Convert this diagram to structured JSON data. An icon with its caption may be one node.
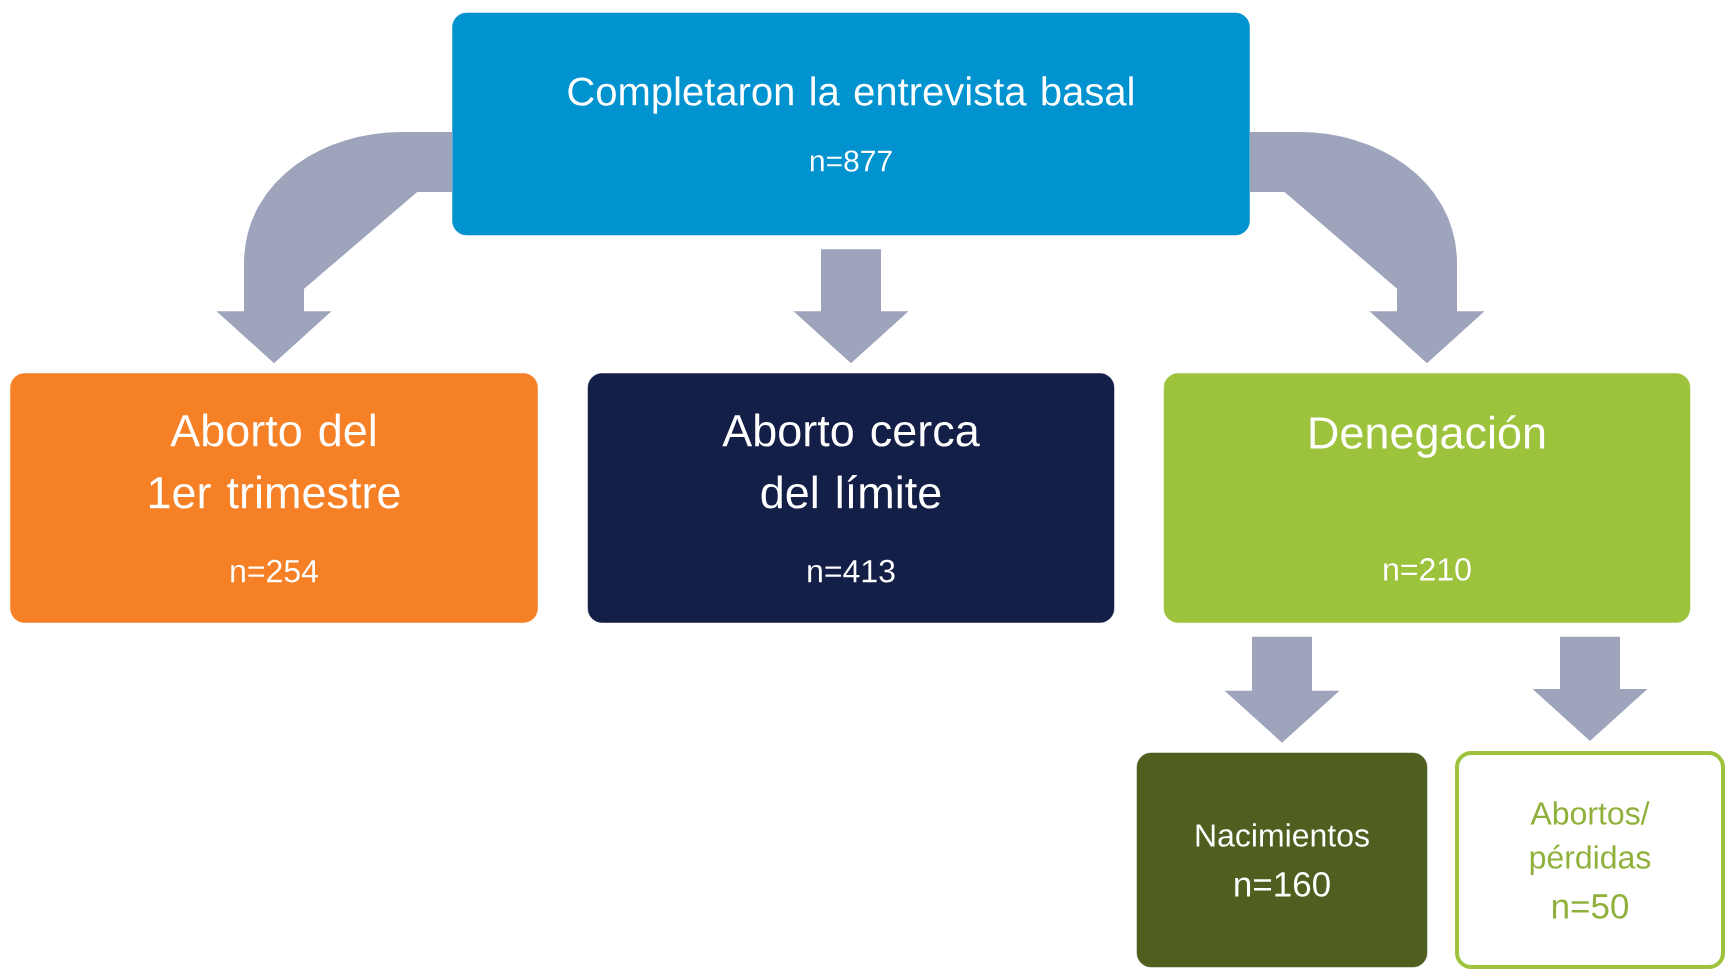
{
  "diagram": {
    "nodes": [
      {
        "text": [
          "Completaron la entrevista basal",
          "n=877"
        ]
      },
      {
        "text": [
          "Aborto del 1er trimestre",
          "n=254"
        ]
      },
      {
        "text": [
          "Aborto cerca del límite",
          "n=413"
        ]
      },
      {
        "text": [
          "Denegación",
          "n=210"
        ]
      },
      {
        "text": [
          "Nacimientos",
          "n=160"
        ]
      },
      {
        "text": [
          "Abortos/ pérdidas",
          "n=50"
        ]
      }
    ],
    "edges": [
      {
        "from": 0,
        "to": 1,
        "arrow": "to"
      },
      {
        "from": 0,
        "to": 2,
        "arrow": "to"
      },
      {
        "from": 0,
        "to": 3,
        "arrow": "to"
      },
      {
        "from": 3,
        "to": 4,
        "arrow": "to"
      },
      {
        "from": 3,
        "to": 5,
        "arrow": "to"
      }
    ]
  }
}
